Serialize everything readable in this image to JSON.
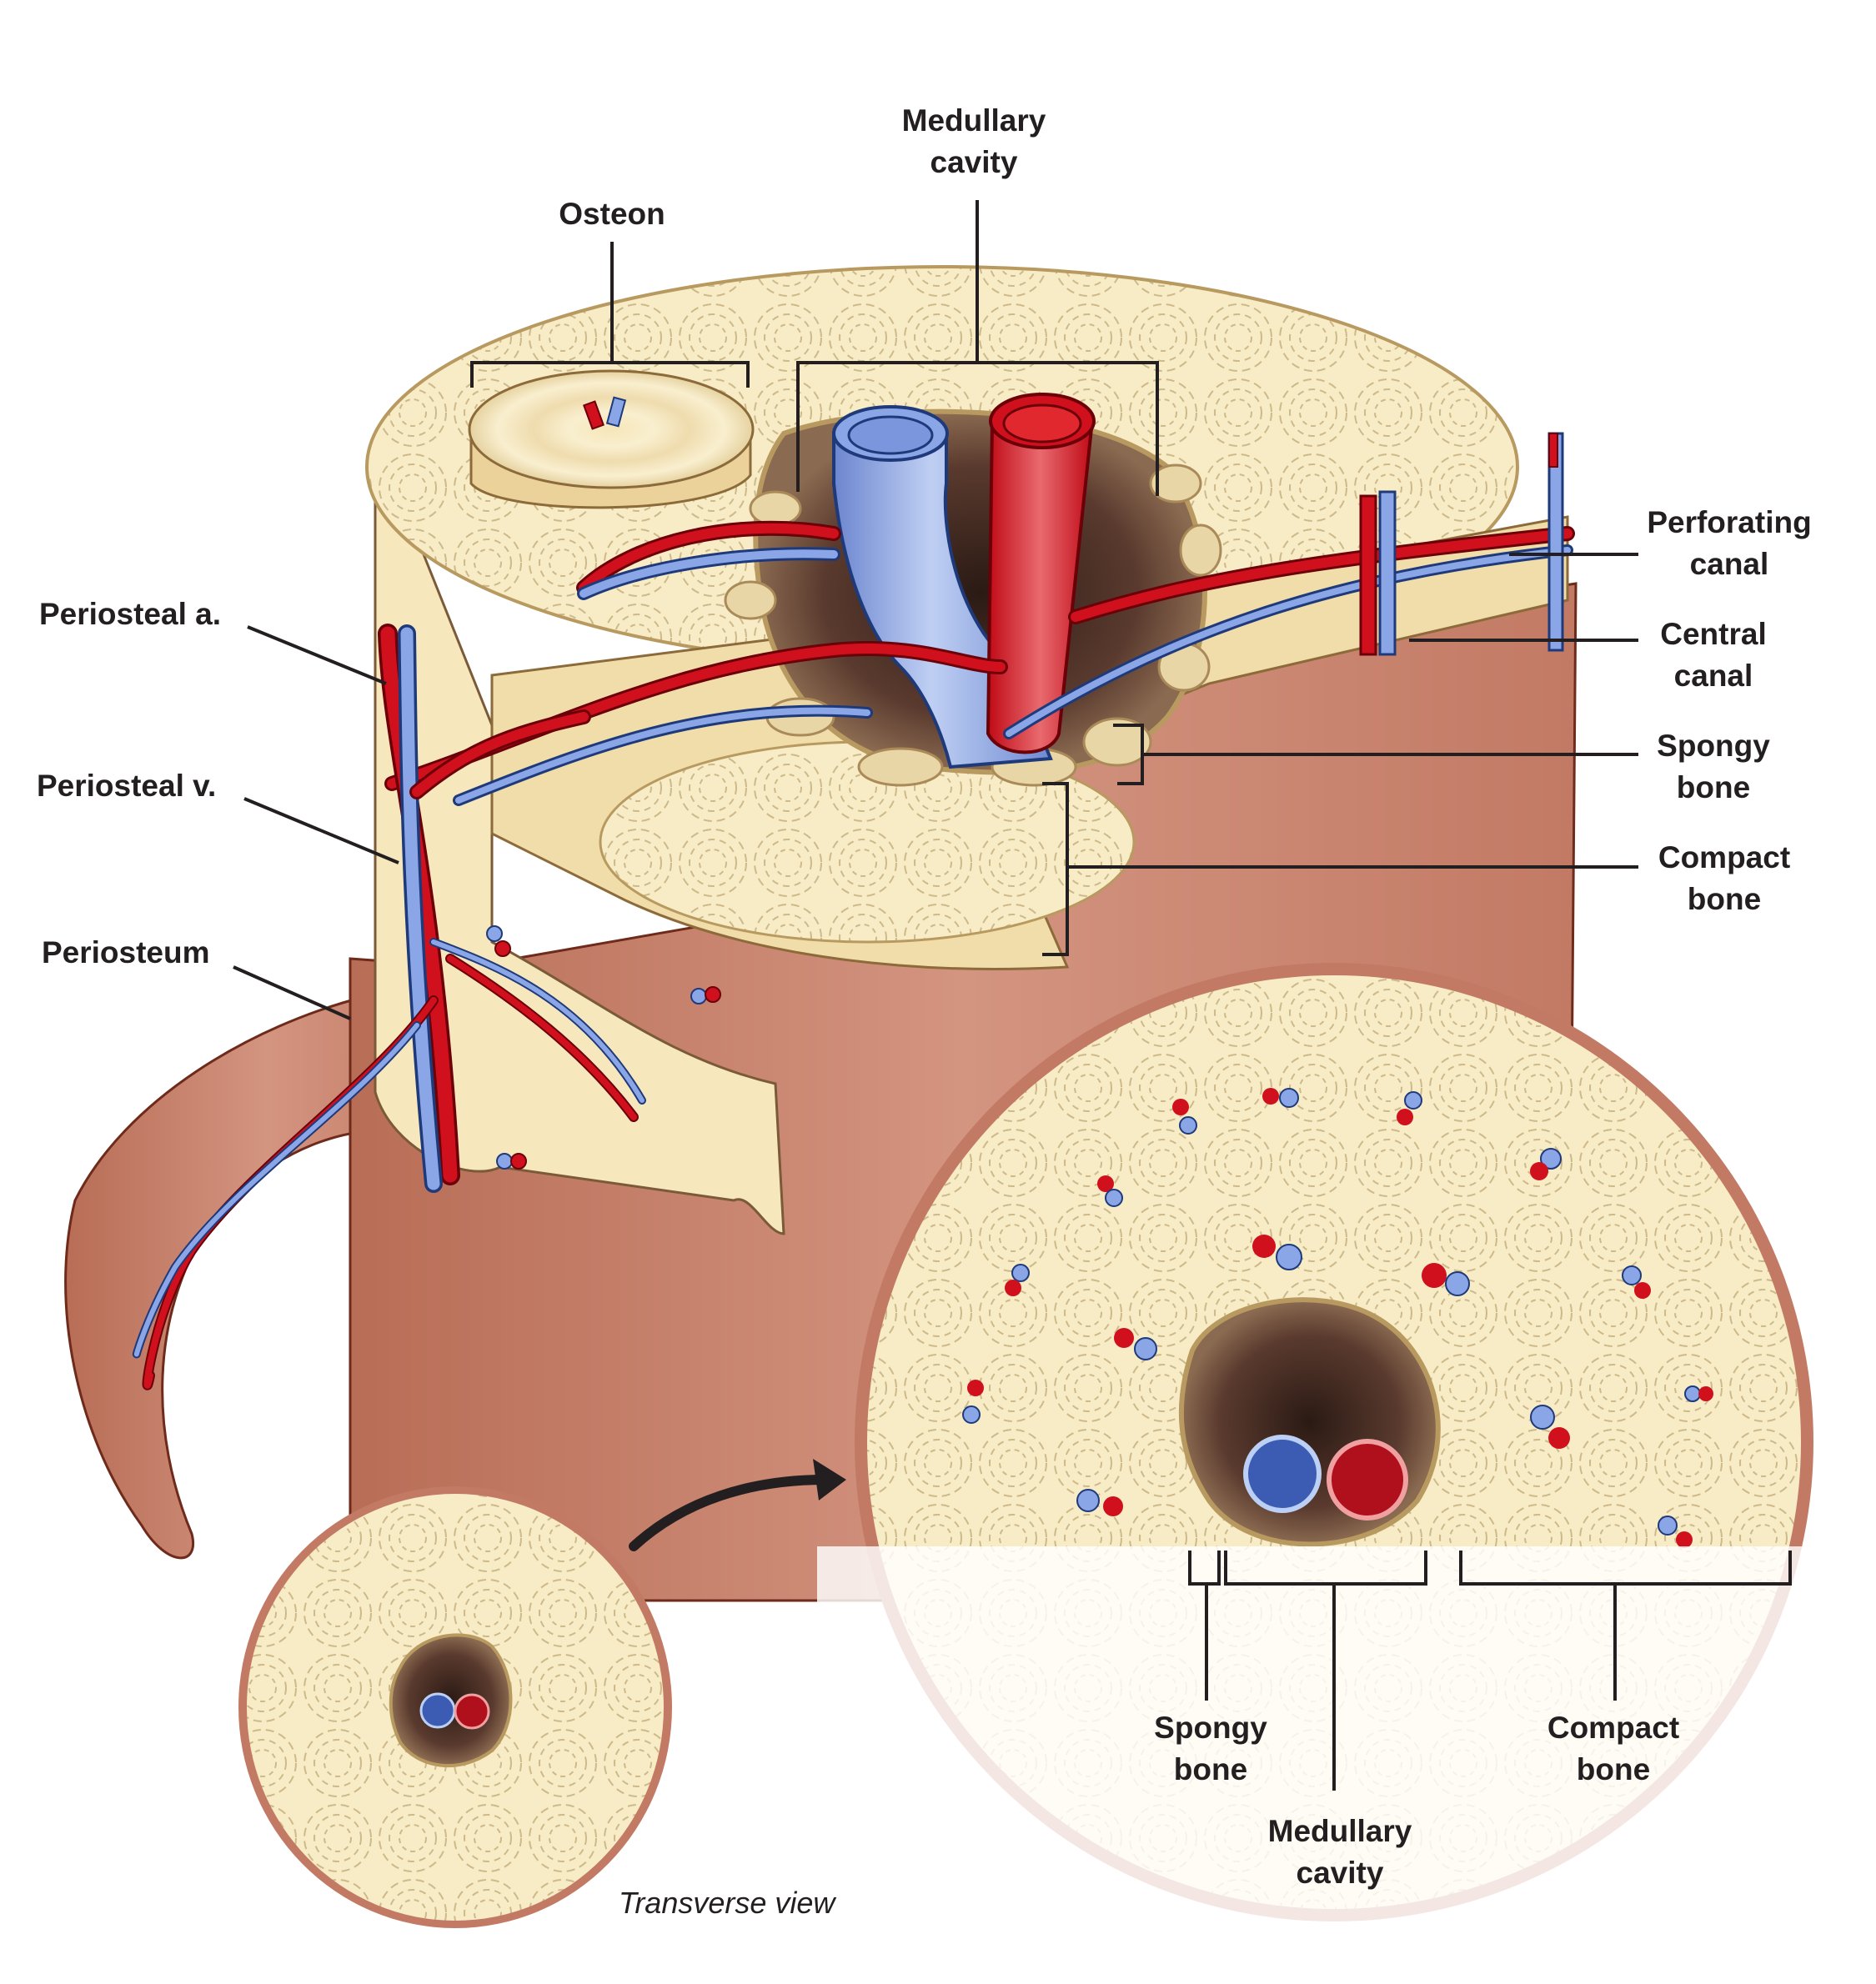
{
  "figure": {
    "subject": "Structure of compact and spongy bone",
    "colors": {
      "artery": "#d0101c",
      "vein": "#8aa6e6",
      "bone": "#f8ecc6",
      "periosteum": "#c7806a",
      "medullary": "#6b4a3f",
      "label_text": "#231f20"
    }
  },
  "labels": {
    "medullary_cavity_top": [
      "Medullary",
      "cavity"
    ],
    "osteon": "Osteon",
    "perforating_canal": [
      "Perforating",
      "canal"
    ],
    "central_canal": [
      "Central",
      "canal"
    ],
    "spongy_bone_right": [
      "Spongy",
      "bone"
    ],
    "compact_bone_right": [
      "Compact",
      "bone"
    ],
    "periosteal_artery": "Periosteal a.",
    "periosteal_vein": "Periosteal v.",
    "periosteum": "Periosteum",
    "spongy_bone_bottom": [
      "Spongy",
      "bone"
    ],
    "medullary_cavity_bottom": [
      "Medullary",
      "cavity"
    ],
    "compact_bone_bottom": [
      "Compact",
      "bone"
    ]
  },
  "caption": "Transverse view"
}
